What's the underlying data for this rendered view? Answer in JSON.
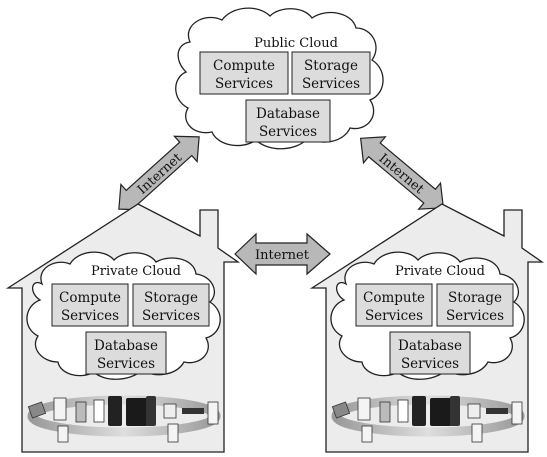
{
  "public_cloud": {
    "title": "Public Cloud",
    "compute": [
      "Compute",
      "Services"
    ],
    "storage": [
      "Storage",
      "Services"
    ],
    "database": [
      "Database",
      "Services"
    ]
  },
  "left_house": {
    "title": "Private Cloud",
    "compute": [
      "Compute",
      "Services"
    ],
    "storage": [
      "Storage",
      "Services"
    ],
    "database": [
      "Database",
      "Services"
    ]
  },
  "right_house": {
    "title": "Private Cloud",
    "compute": [
      "Compute",
      "Services"
    ],
    "storage": [
      "Storage",
      "Services"
    ],
    "database": [
      "Database",
      "Services"
    ]
  },
  "arrows": {
    "left_diagonal": "Internet",
    "right_diagonal": "Internet",
    "horizontal": "Internet"
  },
  "colors": {
    "arrow_fill": "#b8b8b8",
    "box_fill": "#dcdcdc",
    "house_fill": "#ececec",
    "stroke": "#222222"
  }
}
